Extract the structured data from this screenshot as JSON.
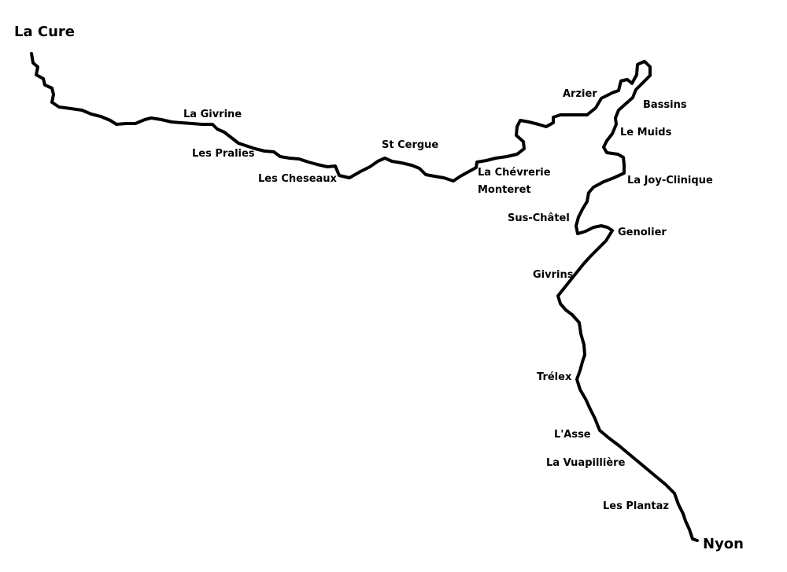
{
  "map": {
    "route_color": "#000000",
    "background": "#ffffff",
    "terminus_start": "La Cure",
    "terminus_end": "Nyon",
    "stations": [
      "La Givrine",
      "Les Pralies",
      "Les Cheseaux",
      "St Cergue",
      "La Chévrerie",
      "Monteret",
      "Arzier",
      "Bassins",
      "Le Muids",
      "La Joy-Clinique",
      "Sus-Châtel",
      "Genolier",
      "Givrins",
      "Trélex",
      "L'Asse",
      "La Vuapillière",
      "Les Plantaz"
    ]
  }
}
